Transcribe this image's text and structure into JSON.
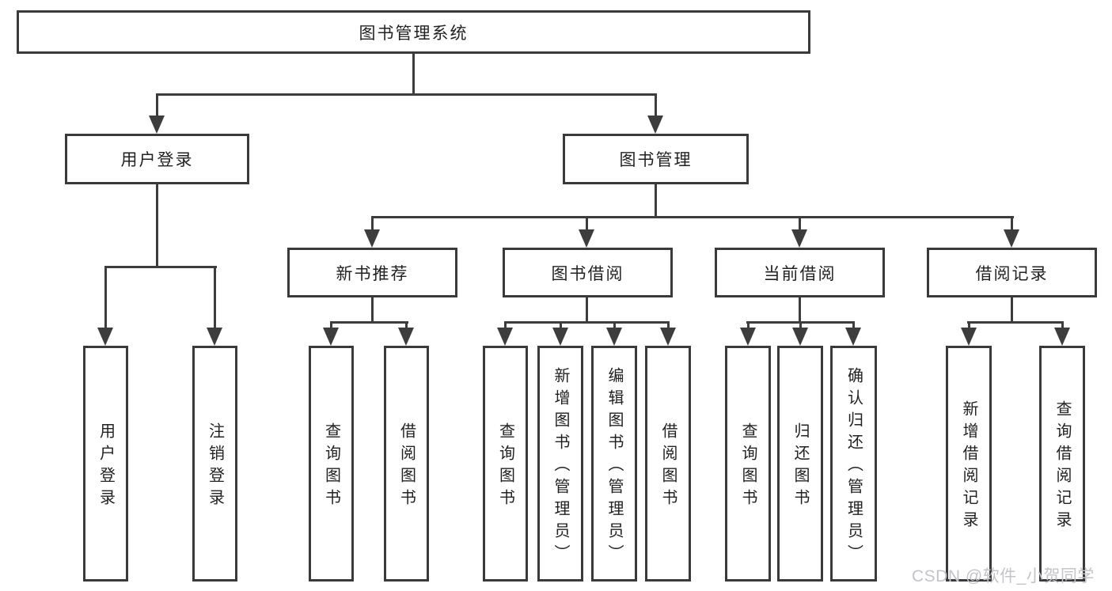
{
  "colors": {
    "line": "#3d3d3d",
    "border": "#3a3a3a",
    "text": "#222222",
    "background": "#ffffff",
    "watermark": "#c3c4c8"
  },
  "watermark": {
    "text": "CSDN @软件_小贺同学"
  },
  "diagram": {
    "type": "tree",
    "root": {
      "label": "图书管理系统",
      "children": [
        {
          "label": "用户登录",
          "children": [
            {
              "label": "用户登录"
            },
            {
              "label": "注销登录"
            }
          ]
        },
        {
          "label": "图书管理",
          "children": [
            {
              "label": "新书推荐",
              "children": [
                {
                  "label": "查询图书"
                },
                {
                  "label": "借阅图书"
                }
              ]
            },
            {
              "label": "图书借阅",
              "children": [
                {
                  "label": "查询图书"
                },
                {
                  "label": "新增图书（管理员）"
                },
                {
                  "label": "编辑图书（管理员）"
                },
                {
                  "label": "借阅图书"
                }
              ]
            },
            {
              "label": "当前借阅",
              "children": [
                {
                  "label": "查询图书"
                },
                {
                  "label": "归还图书"
                },
                {
                  "label": "确认归还（管理员）"
                }
              ]
            },
            {
              "label": "借阅记录",
              "children": [
                {
                  "label": "新增借阅记录"
                },
                {
                  "label": "查询借阅记录"
                }
              ]
            }
          ]
        }
      ]
    }
  }
}
